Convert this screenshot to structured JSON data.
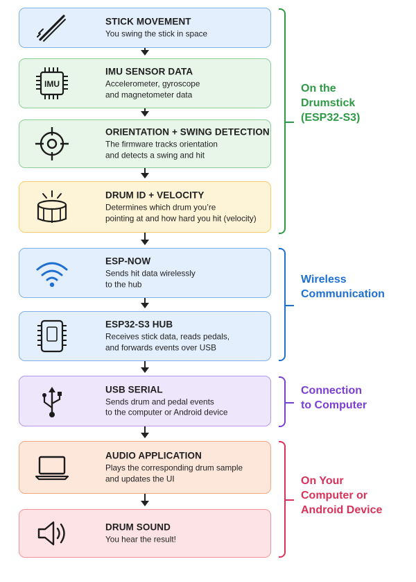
{
  "colors": {
    "blue": "#1f6fd1",
    "green": "#2e9a45",
    "purple": "#7b3fcf",
    "red": "#d8325a"
  },
  "steps": [
    {
      "title": "STICK MOVEMENT",
      "desc": [
        "You swing the stick in space"
      ],
      "icon": "drumstick-icon",
      "fill": "#e3effc",
      "stroke": "#7fb0e8"
    },
    {
      "title": "IMU SENSOR DATA",
      "desc": [
        "Accelerometer, gyroscope",
        "and magnetometer data"
      ],
      "icon": "imu-chip-icon",
      "icon_text": "IMU",
      "fill": "#e8f6e9",
      "stroke": "#8dcf96"
    },
    {
      "title": "ORIENTATION + SWING DETECTION",
      "desc": [
        "The firmware tracks orientation",
        "and detects a swing and hit"
      ],
      "icon": "crosshair-icon",
      "fill": "#e8f6e9",
      "stroke": "#8dcf96"
    },
    {
      "title": "DRUM ID + VELOCITY",
      "desc": [
        "Determines which drum you’re",
        "pointing at and how hard you hit (velocity)"
      ],
      "icon": "drum-icon",
      "fill": "#fdf3d6",
      "stroke": "#f2cf6a"
    },
    {
      "title": "ESP-NOW",
      "desc": [
        "Sends hit data wirelessly",
        "to the hub"
      ],
      "icon": "wifi-icon",
      "fill": "#e3effc",
      "stroke": "#7fb0e8"
    },
    {
      "title": "ESP32-S3 HUB",
      "desc": [
        "Receives stick data, reads pedals,",
        "and forwards events over USB"
      ],
      "icon": "hub-board-icon",
      "fill": "#e3effc",
      "stroke": "#7fb0e8"
    },
    {
      "title": "USB SERIAL",
      "desc": [
        "Sends drum and pedal events",
        "to the computer or Android device"
      ],
      "icon": "usb-icon",
      "fill": "#eee6fb",
      "stroke": "#b597e8"
    },
    {
      "title": "AUDIO APPLICATION",
      "desc": [
        "Plays the corresponding drum sample",
        "and updates the UI"
      ],
      "icon": "laptop-icon",
      "fill": "#fde6da",
      "stroke": "#f2a882"
    },
    {
      "title": "DRUM SOUND",
      "desc": [
        "You hear the result!"
      ],
      "icon": "speaker-icon",
      "fill": "#fde3e6",
      "stroke": "#f0959f"
    }
  ],
  "groups": [
    {
      "lines": [
        "On the",
        "Drumstick",
        "(ESP32-S3)"
      ],
      "color": "#2e9a45"
    },
    {
      "lines": [
        "Wireless",
        "Communication"
      ],
      "color": "#1f6fd1"
    },
    {
      "lines": [
        "Connection",
        "to Computer"
      ],
      "color": "#7b3fcf"
    },
    {
      "lines": [
        "On Your",
        "Computer or",
        "Android Device"
      ],
      "color": "#d8325a"
    }
  ]
}
